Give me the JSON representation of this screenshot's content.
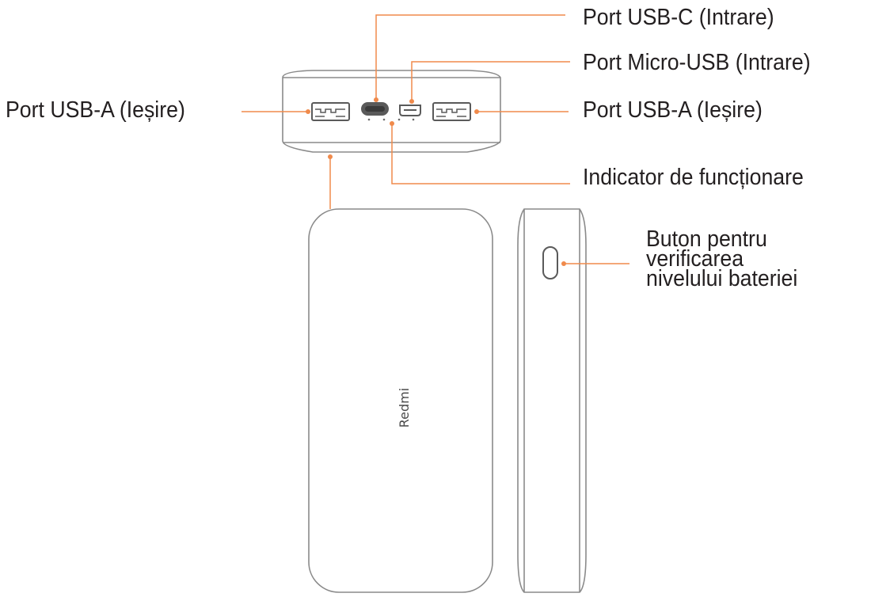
{
  "title": "Redmi Power Bank - Componente",
  "colors": {
    "callout": "#f08a4b",
    "outline": "#8a8a8a",
    "port_fill": "#5a5a5a",
    "text": "#231f20"
  },
  "device": {
    "brand_text": "Redmi"
  },
  "labels": {
    "usb_c_in": "Port USB-C (Intrare)",
    "micro_usb_in": "Port Micro-USB (Intrare)",
    "usb_a_out_left": "Port USB-A (Ieșire)",
    "usb_a_out_right": "Port USB-A (Ieșire)",
    "indicator": "Indicator de funcționare",
    "battery_button": "Buton pentru\nverificarea\nnivelului bateriei"
  }
}
